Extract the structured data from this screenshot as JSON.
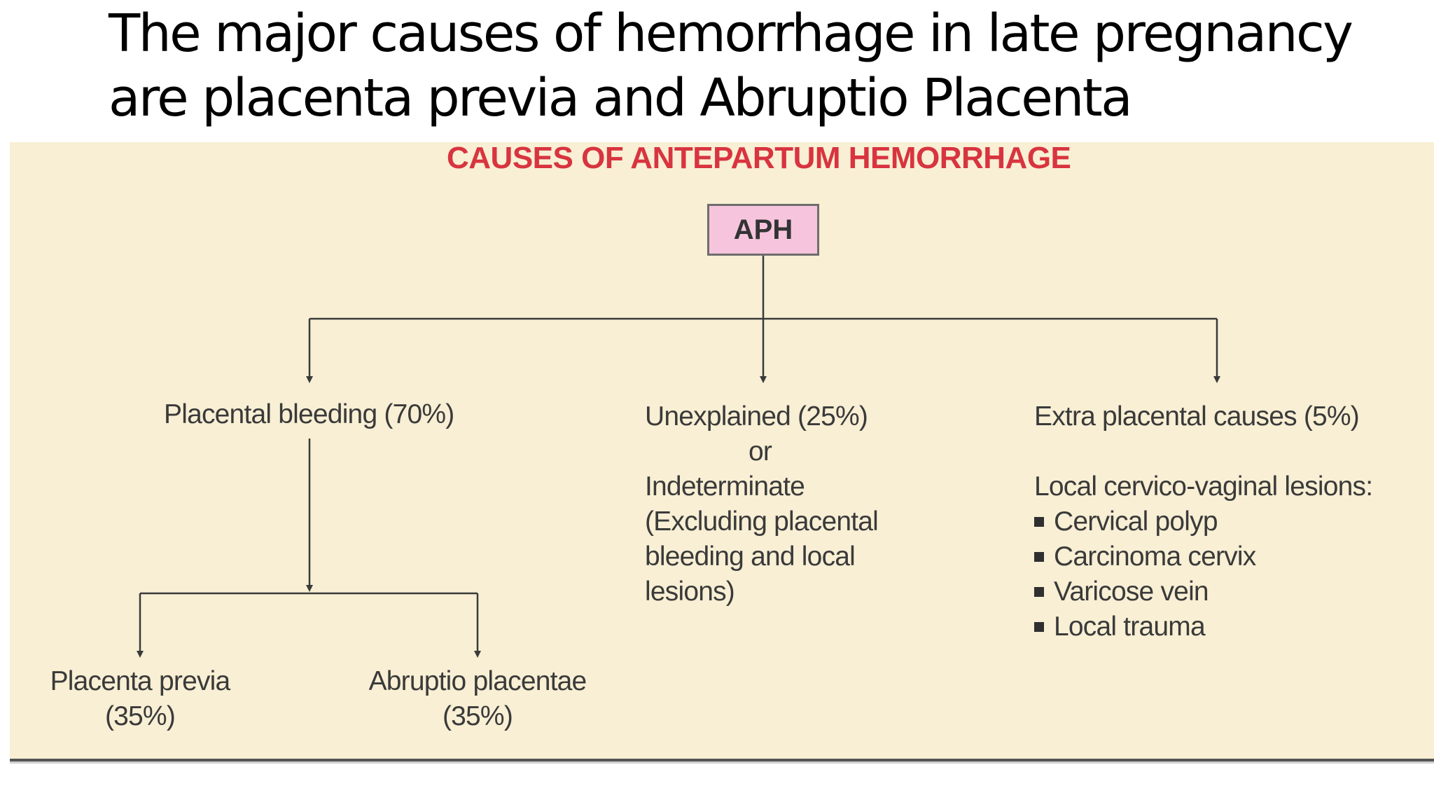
{
  "slide": {
    "title_line1": "The major causes of hemorrhage in late pregnancy",
    "title_line2": "are placenta previa and Abruptio Placenta"
  },
  "diagram": {
    "title": "CAUSES OF ANTEPARTUM HEMORRHAGE",
    "root": "APH",
    "placental": {
      "label": "Placental bleeding (70%)",
      "children": [
        {
          "name": "Placenta previa",
          "percent": "(35%)"
        },
        {
          "name": "Abruptio placentae",
          "percent": "(35%)"
        }
      ]
    },
    "unexplained": {
      "line1": "Unexplained (25%)",
      "line2": "or",
      "line3": "Indeterminate",
      "line4": "(Excluding placental",
      "line5": "bleeding and local",
      "line6": "lesions)"
    },
    "extra": {
      "label": "Extra placental causes (5%)",
      "sublabel": "Local cervico-vaginal lesions:",
      "items": [
        "Cervical polyp",
        "Carcinoma cervix",
        "Varicose vein",
        "Local trauma"
      ]
    },
    "colors": {
      "panel_bg": "#f8efd4",
      "title_red": "#d8343f",
      "root_box": "#f6c5dd",
      "connector": "#3a3a3a"
    }
  }
}
